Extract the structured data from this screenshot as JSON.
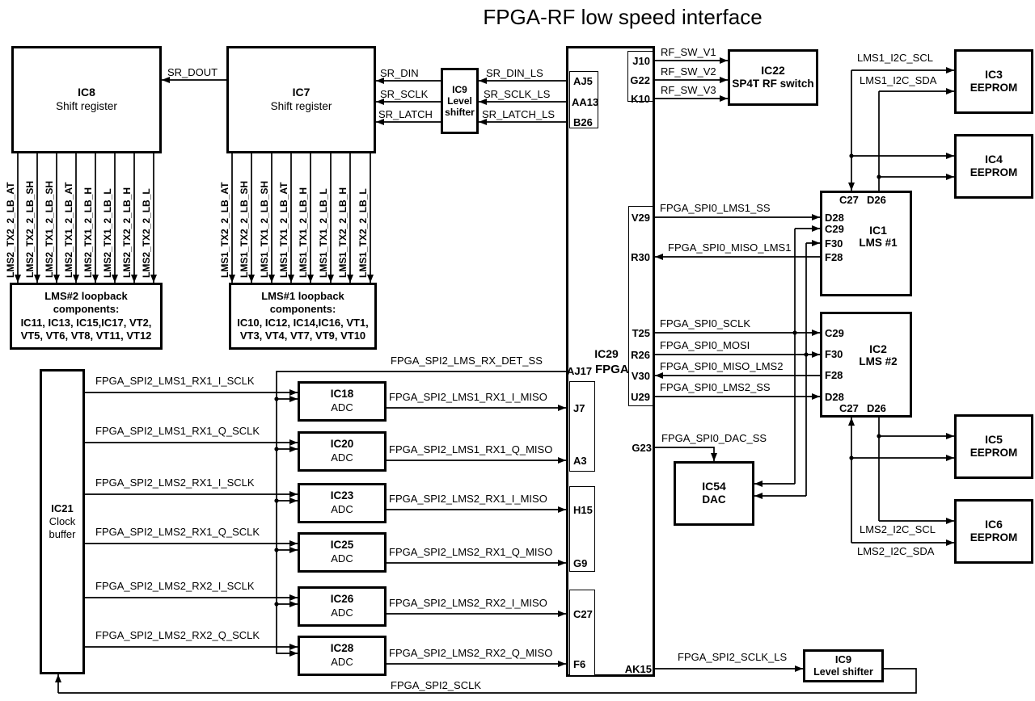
{
  "title": "FPGA-RF low speed interface",
  "colors": {
    "wire": "#000000",
    "text": "#000000",
    "background": "#ffffff"
  },
  "blocks": {
    "ic8": {
      "id": "IC8",
      "name": "Shift register"
    },
    "ic7": {
      "id": "IC7",
      "name": "Shift register"
    },
    "ic9_top": {
      "id": "IC9",
      "name_line1": "Level",
      "name_line2": "shifter"
    },
    "ic29": {
      "id": "IC29",
      "name": "FPGA"
    },
    "ic22": {
      "id": "IC22",
      "name": "SP4T RF switch"
    },
    "ic3": {
      "id": "IC3",
      "name": "EEPROM"
    },
    "ic4": {
      "id": "IC4",
      "name": "EEPROM"
    },
    "ic1": {
      "id": "IC1",
      "name": "LMS #1"
    },
    "ic2": {
      "id": "IC2",
      "name": "LMS #2"
    },
    "ic5": {
      "id": "IC5",
      "name": "EEPROM"
    },
    "ic6": {
      "id": "IC6",
      "name": "EEPROM"
    },
    "ic54": {
      "id": "IC54",
      "name": "DAC"
    },
    "ic21": {
      "id": "IC21",
      "name_line1": "Clock",
      "name_line2": "buffer"
    },
    "ic9_bottom": {
      "id": "IC9",
      "name": "Level shifter"
    },
    "lms2_loopback": {
      "line1": "LMS#2 loopback",
      "line2": "components:",
      "line3": "IC11, IC13, IC15,IC17, VT2,",
      "line4": "VT5, VT6, VT8, VT11, VT12"
    },
    "lms1_loopback": {
      "line1": "LMS#1 loopback",
      "line2": "components:",
      "line3": "IC10, IC12, IC14,IC16, VT1,",
      "line4": "VT3, VT4, VT7, VT9, VT10"
    }
  },
  "adcs": [
    {
      "id": "IC18",
      "type": "ADC"
    },
    {
      "id": "IC20",
      "type": "ADC"
    },
    {
      "id": "IC23",
      "type": "ADC"
    },
    {
      "id": "IC25",
      "type": "ADC"
    },
    {
      "id": "IC26",
      "type": "ADC"
    },
    {
      "id": "IC28",
      "type": "ADC"
    }
  ],
  "fpga_pins": {
    "sr": [
      "AJ5",
      "AA13",
      "B26"
    ],
    "rf": [
      "J10",
      "G22",
      "K10"
    ],
    "spi0": [
      "V29",
      "R30",
      "T25",
      "R26",
      "V30",
      "U29"
    ],
    "dac": "G23",
    "det": "AJ17",
    "miso": [
      "J7",
      "A3",
      "H15",
      "G9",
      "C27",
      "F6"
    ],
    "sclk_ls": "AK15"
  },
  "ic1_pins": {
    "top": [
      "C27",
      "D26"
    ],
    "left": [
      "D28",
      "C29",
      "F30",
      "F28"
    ]
  },
  "ic2_pins": {
    "left": [
      "C29",
      "F30",
      "F28",
      "D28"
    ],
    "bottom": [
      "C27",
      "D26"
    ]
  },
  "signals": {
    "sr_dout": "SR_DOUT",
    "sr_din": "SR_DIN",
    "sr_sclk": "SR_SCLK",
    "sr_latch": "SR_LATCH",
    "sr_din_ls": "SR_DIN_LS",
    "sr_sclk_ls": "SR_SCLK_LS",
    "sr_latch_ls": "SR_LATCH_LS",
    "rf": [
      "RF_SW_V1",
      "RF_SW_V2",
      "RF_SW_V3"
    ],
    "lms1_i2c_scl": "LMS1_I2C_SCL",
    "lms1_i2c_sda": "LMS1_I2C_SDA",
    "lms2_i2c_scl": "LMS2_I2C_SCL",
    "lms2_i2c_sda": "LMS2_I2C_SDA",
    "spi0_lms1_ss": "FPGA_SPI0_LMS1_SS",
    "spi0_miso_lms1": "FPGA_SPI0_MISO_LMS1",
    "spi0_sclk": "FPGA_SPI0_SCLK",
    "spi0_mosi": "FPGA_SPI0_MOSI",
    "spi0_miso_lms2": "FPGA_SPI0_MISO_LMS2",
    "spi0_lms2_ss": "FPGA_SPI0_LMS2_SS",
    "spi0_dac_ss": "FPGA_SPI0_DAC_SS",
    "spi2_det_ss": "FPGA_SPI2_LMS_RX_DET_SS",
    "spi2_sclk": [
      "FPGA_SPI2_LMS1_RX1_I_SCLK",
      "FPGA_SPI2_LMS1_RX1_Q_SCLK",
      "FPGA_SPI2_LMS2_RX1_I_SCLK",
      "FPGA_SPI2_LMS2_RX1_Q_SCLK",
      "FPGA_SPI2_LMS2_RX2_I_SCLK",
      "FPGA_SPI2_LMS2_RX2_Q_SCLK"
    ],
    "spi2_miso": [
      "FPGA_SPI2_LMS1_RX1_I_MISO",
      "FPGA_SPI2_LMS1_RX1_Q_MISO",
      "FPGA_SPI2_LMS2_RX1_I_MISO",
      "FPGA_SPI2_LMS2_RX1_Q_MISO",
      "FPGA_SPI2_LMS2_RX2_I_MISO",
      "FPGA_SPI2_LMS2_RX2_Q_MISO"
    ],
    "spi2_sclk_main": "FPGA_SPI2_SCLK",
    "spi2_sclk_ls": "FPGA_SPI2_SCLK_LS"
  },
  "loopback_signals": {
    "lms2": [
      "LMS2_TX2_2_LB_AT",
      "LMS2_TX2_2_LB_SH",
      "LMS2_TX1_2_LB_SH",
      "LMS2_TX1_2_LB_AT",
      "LMS2_TX1_2_LB_H",
      "LMS2_TX1_2_LB_L",
      "LMS2_TX2_2_LB_H",
      "LMS2_TX2_2_LB_L"
    ],
    "lms1": [
      "LMS1_TX2_2_LB_AT",
      "LMS1_TX2_2_LB_SH",
      "LMS1_TX1_2_LB_SH",
      "LMS1_TX1_2_LB_AT",
      "LMS1_TX1_2_LB_H",
      "LMS1_TX1_2_LB_L",
      "LMS1_TX2_2_LB_H",
      "LMS1_TX2_2_LB_L"
    ]
  }
}
